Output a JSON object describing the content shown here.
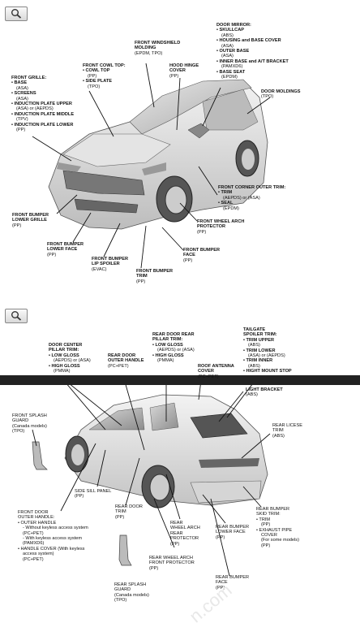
{
  "top": {
    "labels": {
      "front_grille": {
        "title": "FRONT GRILLE:",
        "items": [
          "• BASE",
          "(ASA)",
          "• SCREENS",
          "(ASA)",
          "• INDUCTION PLATE UPPER",
          "(ASA) or (AEPDS)",
          "• INDUCTION PLATE MIDDLE",
          "(TPV)",
          "• INDUCTION PLATE LOWER",
          "(PP)"
        ]
      },
      "front_cowl_top": {
        "title": "FRONT COWL TOP:",
        "items": [
          "• COWL TOP",
          "(PP)",
          "• SIDE PLATE",
          "(TPO)"
        ]
      },
      "front_windshield_molding": {
        "title": "FRONT WINDSHIELD",
        "items": [
          "MOLDING",
          "(EPDM, TPO)"
        ]
      },
      "hood_hinge_cover": {
        "title": "HOOD HINGE",
        "items": [
          "COVER",
          "(PP)"
        ]
      },
      "door_mirror": {
        "title": "DOOR MIRROR:",
        "items": [
          "• SKULLCAP",
          "(ABS)",
          "• HOUSING and BASE COVER",
          "(ASA)",
          "• OUTER BASE",
          "(ASA)",
          "• INNER BASE and A/T BRACKET",
          "(PAMXD6)",
          "• BASE SEAT",
          "(EPDM)"
        ]
      },
      "door_moldings": {
        "title": "DOOR MOLDINGS",
        "items": [
          "(TPO)"
        ]
      },
      "front_corner_outer_trim": {
        "title": "FRONT CORNER OUTER TRIM:",
        "items": [
          "• TRIM",
          "(AEPDS) or (ASA)",
          "• SEAL",
          "(EPDM)"
        ]
      },
      "front_bumper_lower_grille": {
        "title": "FRONT BUMPER",
        "items": [
          "LOWER GRILLE",
          "(PP)"
        ]
      },
      "front_wheel_arch_protector": {
        "title": "FRONT WHEEL ARCH",
        "items": [
          "PROTECTOR",
          "(PP)"
        ]
      },
      "front_bumper_lower_face": {
        "title": "FRONT BUMPER",
        "items": [
          "LOWER FACE",
          "(PP)"
        ]
      },
      "front_bumper_face": {
        "title": "FRONT BUMPER",
        "items": [
          "FACE",
          "(PP)"
        ]
      },
      "front_bumper_lip_spoiler": {
        "title": "FRONT BUMPER",
        "items": [
          "LIP SPOILER",
          "(EVAC)"
        ]
      },
      "front_bumper_trim": {
        "title": "FRONT BUMPER",
        "items": [
          "TRIM",
          "(PP)"
        ]
      }
    }
  },
  "bottom": {
    "labels": {
      "door_center_pillar_trim": {
        "title": "DOOR CENTER",
        "items": [
          "PILLAR TRIM:",
          "• LOW GLOSS",
          "(AEPDS) or (ASA)",
          "• HIGH GLOSS",
          "(PMMA)"
        ]
      },
      "rear_door_outer_handle": {
        "title": "REAR DOOR",
        "items": [
          "OUTER HANDLE",
          "(PC+PET)"
        ]
      },
      "rear_door_rear_pillar_trim": {
        "title": "REAR DOOR REAR",
        "items": [
          "PILLAR TRIM:",
          "• LOW GLOSS",
          "(AEPDS) or (ASA)",
          "• HIGH GLOSS",
          "(PMMA)"
        ]
      },
      "roof_antenna_cover": {
        "title": "ROOF ANTENNA",
        "items": [
          "COVER",
          "(PC+PET)"
        ]
      },
      "tailgate_spoiler_trim": {
        "title": "TAILGATE",
        "items": [
          "SPOILER TRIM:",
          "• TRIM UPPER",
          "(ABS)",
          "• TRIM LOWER",
          "(ASA) or (AEPDS)",
          "• TRIM INNER",
          "(ABS)",
          "• HIGHT MOUNT STOP"
        ]
      },
      "light_bracket": {
        "title": "LIGHT BRACKET",
        "items": [
          "(ABS)"
        ]
      },
      "front_splash_guard": {
        "title": "FRONT SPLASH",
        "items": [
          "GUARD",
          "(Canada models)",
          "(TPO)"
        ]
      },
      "rear_license_trim": {
        "title": "REAR LICESE",
        "items": [
          "TRIM",
          "(ABS)"
        ]
      },
      "side_sill_panel": {
        "title": "SIDE SILL PANEL",
        "items": [
          "(PP)"
        ]
      },
      "front_door_outer_handle": {
        "title": "FRONT DOOR",
        "items": [
          "OUTER HANDLE:",
          "• OUTER HANDLE",
          "- Without keyless access system",
          "(PC+PET)",
          "- With keyless access system",
          "(PAMXD6)",
          "• HANDLE COVER (With keyless",
          "access system)",
          "(PC+PET)"
        ]
      },
      "rear_door_trim": {
        "title": "REAR DOOR",
        "items": [
          "TRIM",
          "(PP)"
        ]
      },
      "rear_wheel_arch_rear_protector": {
        "title": "REAR",
        "items": [
          "WHEEL ARCH",
          "REAR",
          "PROTECTOR",
          "(PP)"
        ]
      },
      "rear_bumper_lower_face": {
        "title": "REAR BUMPER",
        "items": [
          "LOWER FACE",
          "(PP)"
        ]
      },
      "rear_bumper_skid_trim": {
        "title": "REAR BUMPER",
        "items": [
          "SKID TRIM:",
          "• TRIM",
          "(PP)",
          "• EXHAUST PIPE",
          "COVER",
          "(For some models)",
          "(PP)"
        ]
      },
      "rear_wheel_arch_front_protector": {
        "title": "REAR WHEEL ARCH",
        "items": [
          "FRONT PROTECTOR",
          "(PP)"
        ]
      },
      "rear_bumper_face": {
        "title": "REAR BUMPER",
        "items": [
          "FACE",
          "(PP)"
        ]
      },
      "rear_splash_guard": {
        "title": "REAR SPLASH",
        "items": [
          "GUARD",
          "(Canada models)",
          "(TPO)"
        ]
      }
    }
  },
  "watermark": "n.com"
}
